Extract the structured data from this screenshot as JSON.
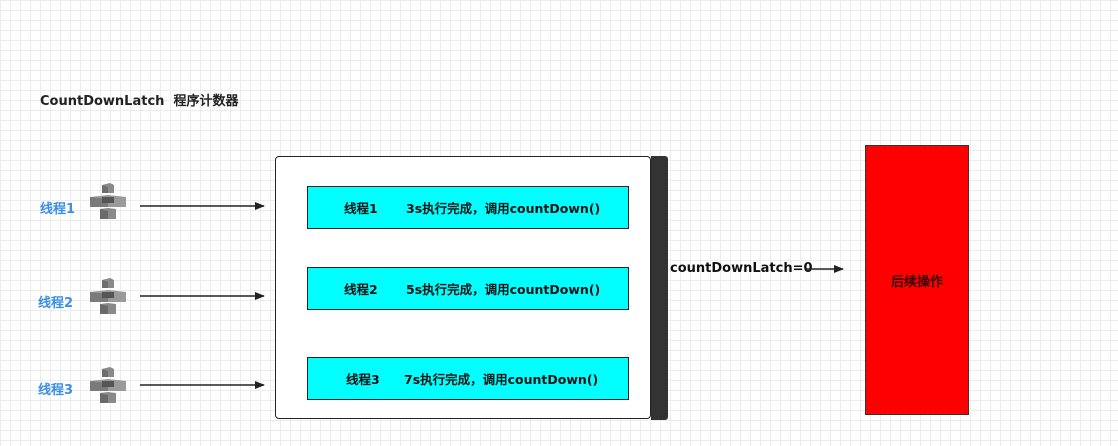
{
  "title": "CountDownLatch  程序计数器",
  "threads": [
    {
      "label": "线程1"
    },
    {
      "label": "线程2"
    },
    {
      "label": "线程3"
    }
  ],
  "tasks": [
    {
      "name": "线程1",
      "desc": "3s执行完成，调用countDown()"
    },
    {
      "name": "线程2",
      "desc": "5s执行完成，调用countDown()"
    },
    {
      "name": "线程3",
      "desc": "7s执行完成，调用countDown()"
    }
  ],
  "latch_label": "countDownLatch=0",
  "next_step_label": "后续操作",
  "colors": {
    "thread_label": "#3d8fe5",
    "task_fill": "#00ffff",
    "next_step_fill": "#ff0000"
  }
}
